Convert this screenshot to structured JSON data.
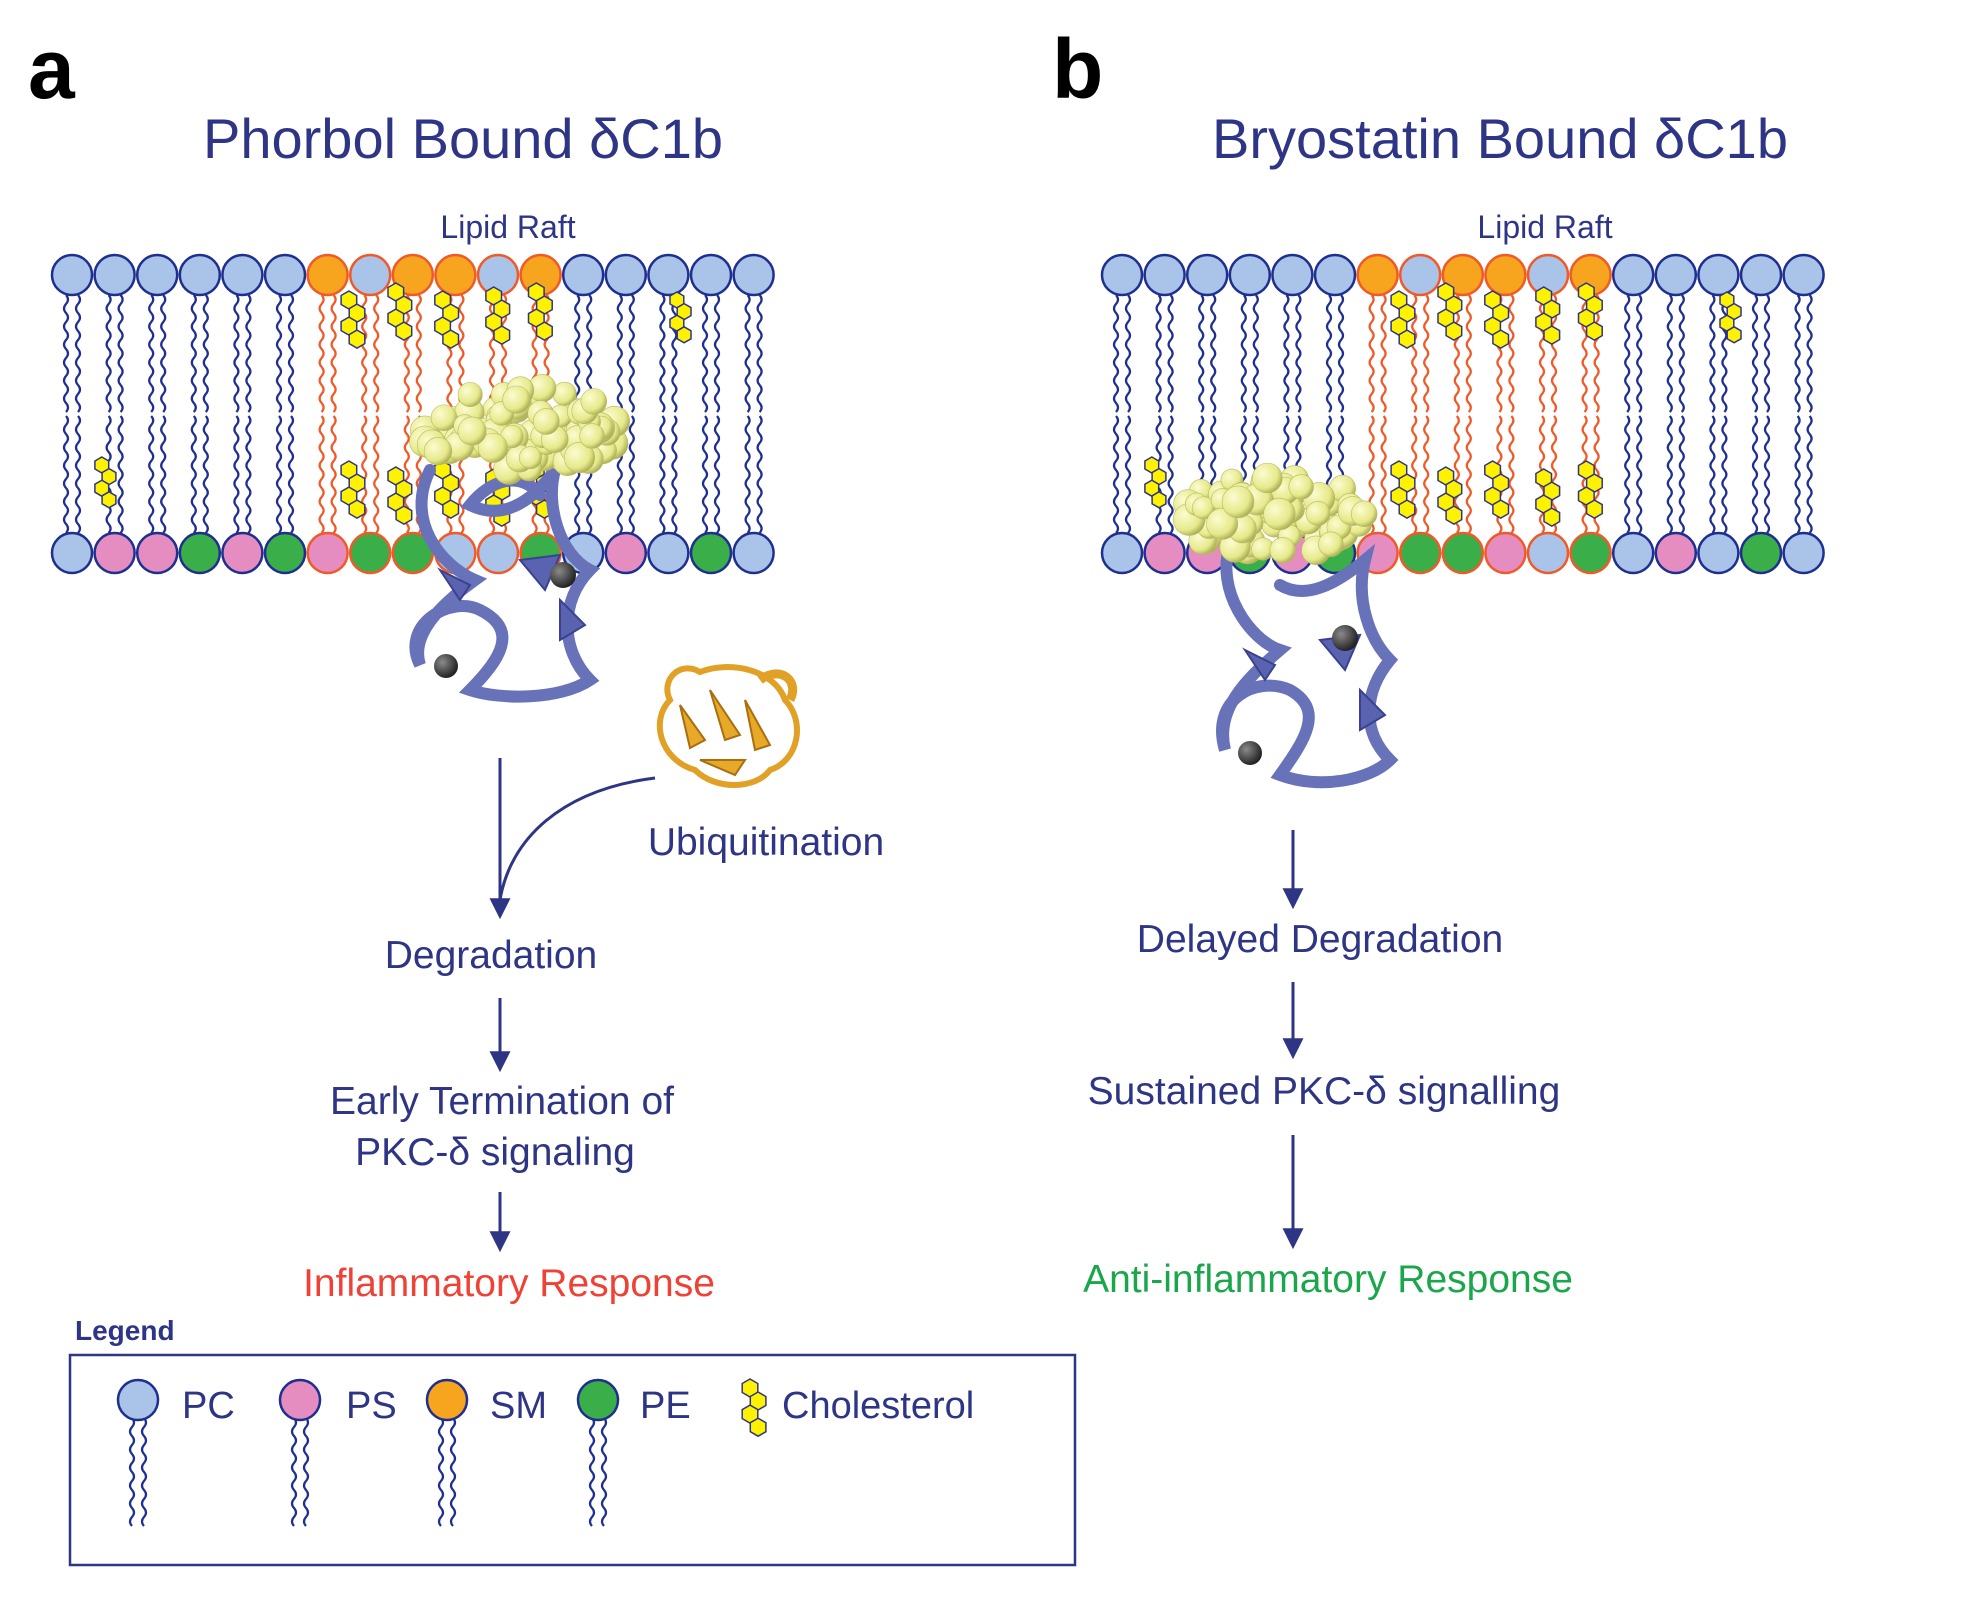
{
  "colors": {
    "text_blue": "#2e3585",
    "arrow_blue": "#2e3585",
    "inflammatory_red": "#ef4135",
    "anti_inflammatory_green": "#1aa64b",
    "PC": "#a9c4e8",
    "PS": "#e58dc0",
    "SM": "#f7a51e",
    "PE": "#3aae49",
    "cholesterol": "#fff200",
    "raft_tail": "#f05a28",
    "normal_tail": "#1f2f8f",
    "ligand": "#eef08a",
    "protein": "#6872b8",
    "ubiquitin": "#e0a126"
  },
  "panel_a": {
    "letter": "a",
    "title": "Phorbol Bound δC1b",
    "raft_label": "Lipid Raft",
    "ubiquitination": "Ubiquitination",
    "degradation": "Degradation",
    "termination_line1": "Early Termination of",
    "termination_line2": "PKC-δ signaling",
    "response": "Inflammatory Response",
    "outer_leaflet": [
      "PC",
      "PC",
      "PC",
      "PC",
      "PC",
      "PC",
      "SM",
      "PC",
      "SM",
      "SM",
      "PC",
      "SM",
      "PC",
      "PC",
      "PC",
      "PC",
      "PC"
    ],
    "inner_leaflet": [
      "PC",
      "PS",
      "PS",
      "PE",
      "PS",
      "PE",
      "PS",
      "PE",
      "PE",
      "PC",
      "PC",
      "PE",
      "PC",
      "PS",
      "PC",
      "PE",
      "PC"
    ]
  },
  "panel_b": {
    "letter": "b",
    "title": "Bryostatin Bound δC1b",
    "raft_label": "Lipid Raft",
    "degradation": "Delayed Degradation",
    "signalling": "Sustained PKC-δ signalling",
    "response": "Anti-inflammatory Response",
    "outer_leaflet": [
      "PC",
      "PC",
      "PC",
      "PC",
      "PC",
      "PC",
      "SM",
      "PC",
      "SM",
      "SM",
      "PC",
      "SM",
      "PC",
      "PC",
      "PC",
      "PC",
      "PC"
    ],
    "inner_leaflet": [
      "PC",
      "PS",
      "PS",
      "PE",
      "PS",
      "PE",
      "PS",
      "PE",
      "PE",
      "PS",
      "PC",
      "PE",
      "PC",
      "PS",
      "PC",
      "PE",
      "PC"
    ]
  },
  "legend": {
    "title": "Legend",
    "items": [
      {
        "key": "PC",
        "label": "PC"
      },
      {
        "key": "PS",
        "label": "PS"
      },
      {
        "key": "SM",
        "label": "SM"
      },
      {
        "key": "PE",
        "label": "PE"
      },
      {
        "key": "cholesterol",
        "label": "Cholesterol"
      }
    ]
  }
}
